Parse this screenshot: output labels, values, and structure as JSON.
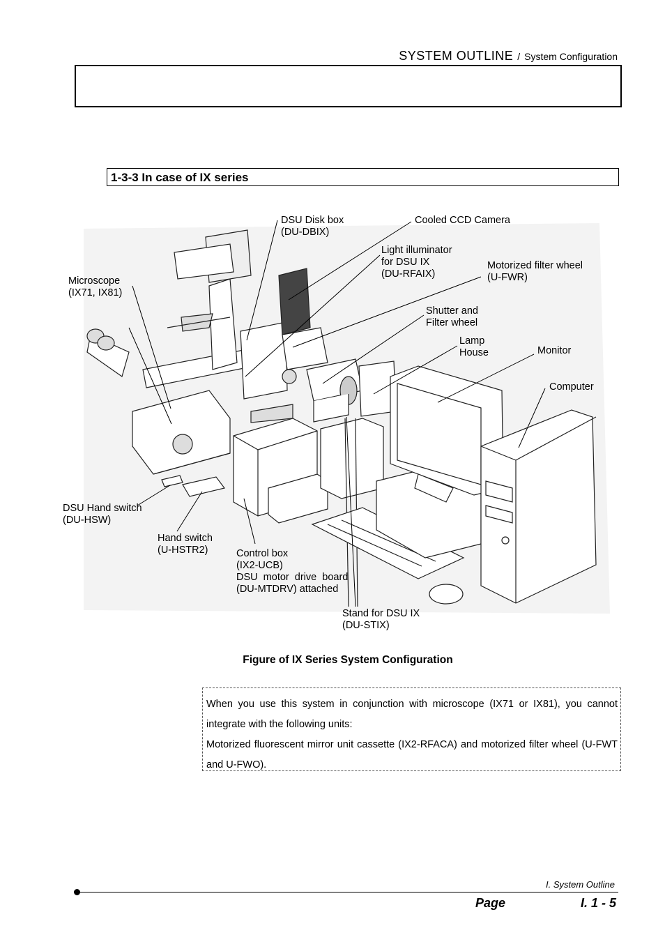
{
  "header": {
    "main": "SYSTEM OUTLINE",
    "separator": "/",
    "sub": "System Configuration"
  },
  "section": {
    "title": "1-3-3 In case of IX series"
  },
  "figure": {
    "caption": "Figure of IX Series System Configuration",
    "labels": {
      "disk_box": [
        "DSU Disk box",
        "(DU-DBIX)"
      ],
      "ccd": [
        "Cooled CCD Camera"
      ],
      "light": [
        "Light illuminator",
        "for DSU IX",
        "(DU-RFAIX)"
      ],
      "filter_wheel": [
        "Motorized filter wheel",
        "(U-FWR)"
      ],
      "microscope": [
        "Microscope",
        "(IX71, IX81)"
      ],
      "shutter": [
        "Shutter and",
        "Filter wheel"
      ],
      "lamp": [
        "Lamp",
        "House"
      ],
      "monitor": [
        "Monitor"
      ],
      "computer": [
        "Computer"
      ],
      "dsu_hand": [
        "DSU Hand switch",
        "(DU-HSW)"
      ],
      "hand_switch": [
        "Hand switch",
        "(U-HSTR2)"
      ],
      "control_box": [
        "Control box",
        "(IX2-UCB)",
        "DSU  motor  drive  board",
        "(DU-MTDRV) attached"
      ],
      "stand": [
        "Stand for DSU IX",
        "(DU-STIX)"
      ]
    }
  },
  "note": {
    "lines": [
      "When you use this system in conjunction with microscope (IX71 or IX81), you cannot integrate with the following units:",
      "Motorized fluorescent mirror unit cassette (IX2-RFACA) and motorized filter wheel (U-FWT and U-FWO)."
    ]
  },
  "footer": {
    "section": "I. System Outline",
    "page_label": "Page",
    "page_number": "I. 1 - 5"
  }
}
